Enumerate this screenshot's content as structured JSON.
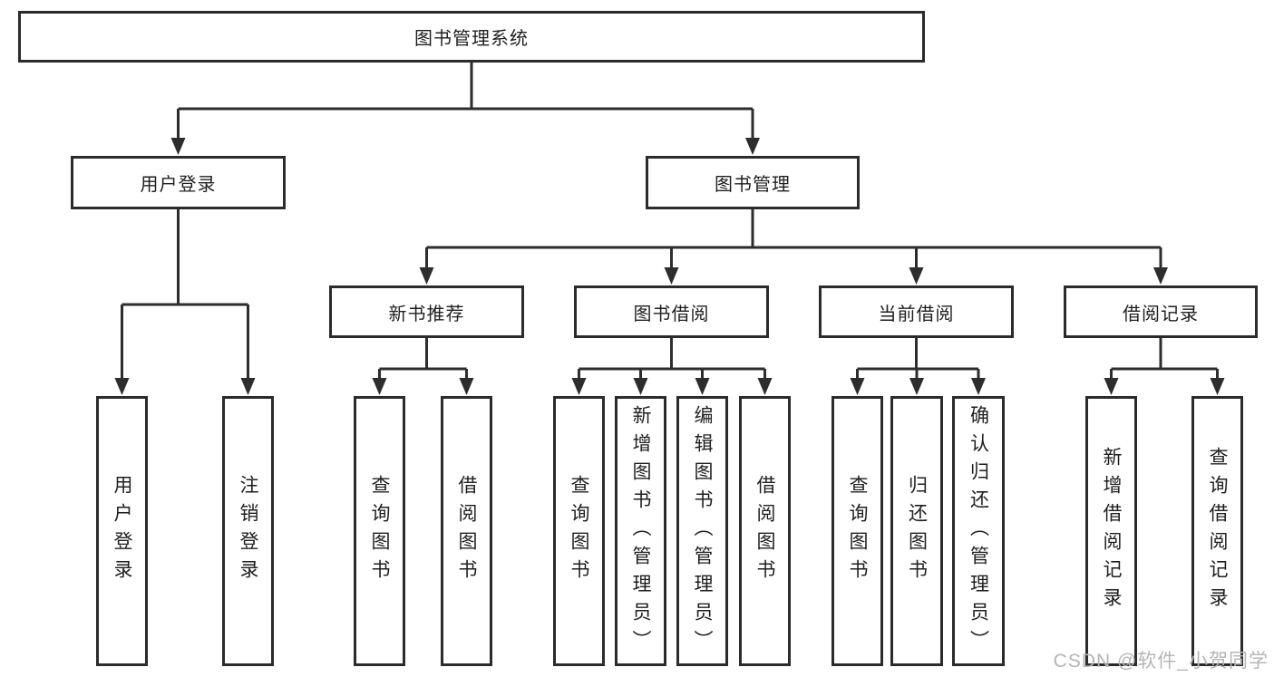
{
  "diagram": {
    "title_node": "图书管理系统",
    "level2": [
      {
        "label": "用户登录"
      },
      {
        "label": "图书管理"
      }
    ],
    "level3": [
      {
        "label": "新书推荐"
      },
      {
        "label": "图书借阅"
      },
      {
        "label": "当前借阅"
      },
      {
        "label": "借阅记录"
      }
    ],
    "leaves": {
      "user_login": [
        "用户登录",
        "注销登录"
      ],
      "new_books": [
        "查询图书",
        "借阅图书"
      ],
      "book_borrow": [
        "查询图书",
        "新增图书（管理员）",
        "编辑图书（管理员）",
        "借阅图书"
      ],
      "current_borrow": [
        "查询图书",
        "归还图书",
        "确认归还（管理员）"
      ],
      "borrow_records": [
        "新增借阅记录",
        "查询借阅记录"
      ]
    }
  },
  "watermark": {
    "text": "CSDN @软件_小贺同学"
  },
  "colors": {
    "line": "#2d2d2d",
    "border": "#2b2b2b",
    "text": "#1f1f1f",
    "watermark": "#b5b5b5",
    "background": "#ffffff"
  }
}
